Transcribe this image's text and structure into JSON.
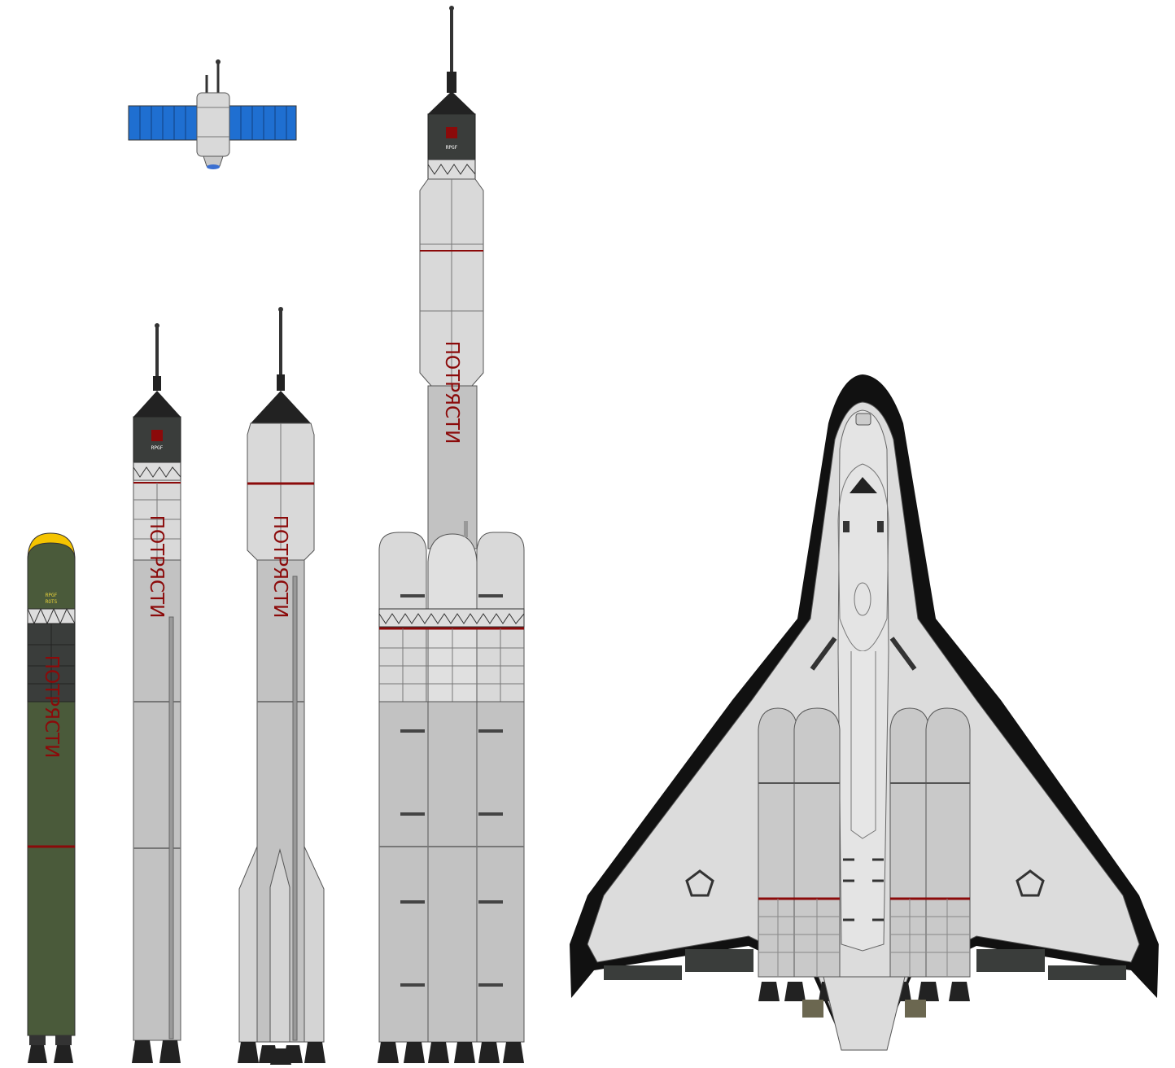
{
  "colors": {
    "background": "#ffffff",
    "body_light": "#d9d9d9",
    "body_mid": "#c2c2c2",
    "outline": "#555555",
    "red_stripe": "#8b0a0a",
    "dark_nose": "#222222",
    "dark_module": "#3a3d3b",
    "olive": "#4a5a3a",
    "yellow_tip": "#f5c400",
    "panel_blue": "#1f6fd1",
    "engine": "#333333",
    "delta_black": "#111111",
    "delta_gray": "#dcdcdc"
  },
  "labels": {
    "missile": "ПОТРЯСТИ",
    "rocket_2": "ПОТРЯСТИ",
    "rocket_3": "ПОТРЯСТИ",
    "rocket_4": "ПОТРЯСТИ"
  }
}
